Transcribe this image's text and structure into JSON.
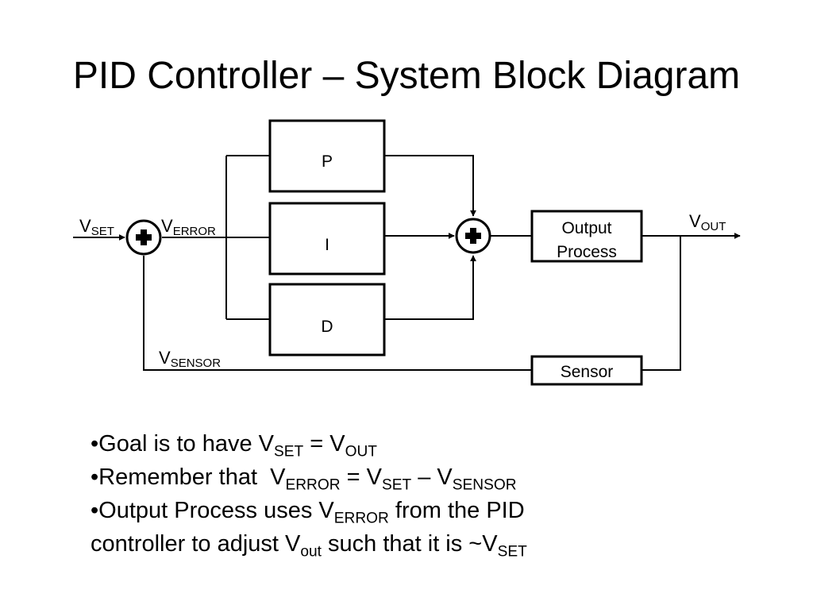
{
  "title": "PID Controller – System Block Diagram",
  "diagram": {
    "blocks": {
      "p": "P",
      "i": "I",
      "d": "D",
      "output_process": "Output\nProcess",
      "sensor": "Sensor"
    },
    "signals": {
      "v_set": {
        "main": "V",
        "sub": "SET"
      },
      "v_error": {
        "main": "V",
        "sub": "ERROR"
      },
      "v_out": {
        "main": "V",
        "sub": "OUT"
      },
      "v_sensor": {
        "main": "V",
        "sub": "SENSOR"
      }
    }
  },
  "bullets": [
    {
      "bullet": "•",
      "parts": [
        {
          "t": "Goal is to have V"
        },
        {
          "s": "SET"
        },
        {
          "t": " = V"
        },
        {
          "s": "OUT"
        }
      ]
    },
    {
      "bullet": "•",
      "parts": [
        {
          "t": "Remember that  V"
        },
        {
          "s": "ERROR"
        },
        {
          "t": " = V"
        },
        {
          "s": "SET"
        },
        {
          "t": " – V"
        },
        {
          "s": "SENSOR"
        }
      ]
    },
    {
      "bullet": "•",
      "parts": [
        {
          "t": "Output Process uses V"
        },
        {
          "s": "ERROR"
        },
        {
          "t": " from the PID"
        }
      ]
    },
    {
      "bullet": "",
      "parts": [
        {
          "t": "controller to adjust V"
        },
        {
          "s": "out"
        },
        {
          "t": " such that it is ~V"
        },
        {
          "s": "SET"
        }
      ]
    }
  ]
}
